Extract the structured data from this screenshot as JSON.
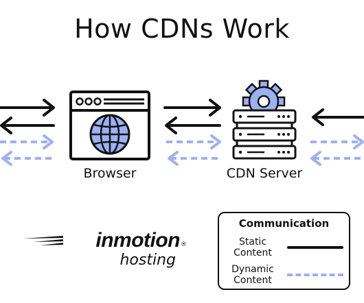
{
  "title": "How CDNs Work",
  "nodes": {
    "browser_label": "Browser",
    "cdn_label": "CDN Server"
  },
  "brand": {
    "name": "inmotion",
    "registered": "®",
    "sub": "hosting"
  },
  "legend": {
    "title": "Communication",
    "static_label": "Static Content",
    "dynamic_label": "Dynamic Content"
  },
  "colors": {
    "static": "#111111",
    "dynamic": "#9fb0f2",
    "icon_fill": "#9bb1f3"
  },
  "icons": [
    "browser-window-icon",
    "globe-icon",
    "server-stack-icon",
    "gear-icon"
  ]
}
